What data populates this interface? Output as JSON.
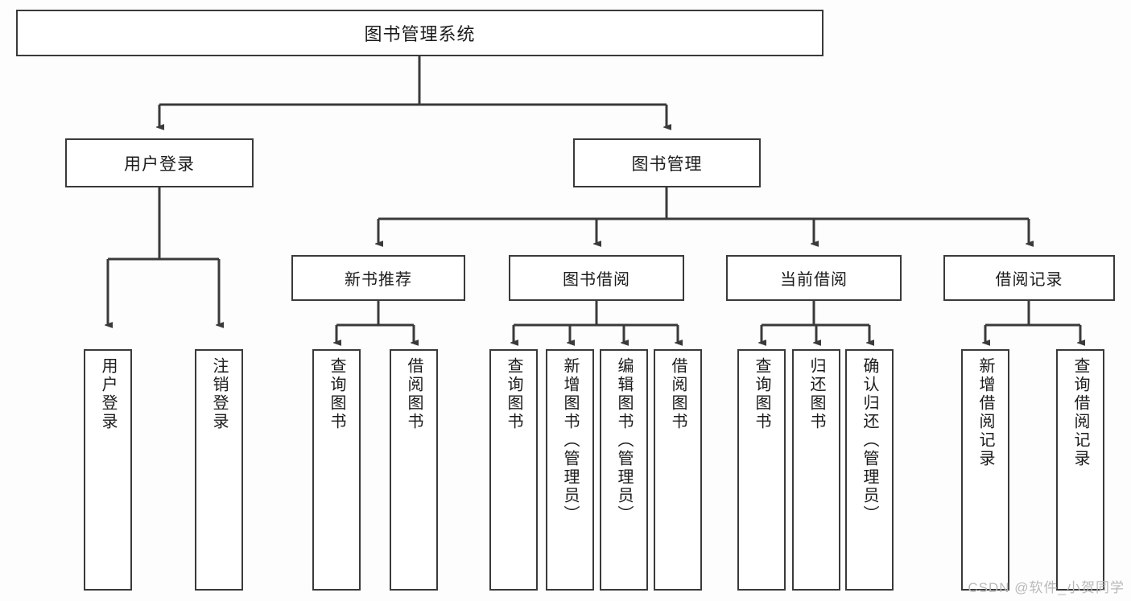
{
  "diagram": {
    "title": "图书管理系统",
    "type": "tree-hierarchy-diagram",
    "watermark": "CSDN @软件_小贺同学",
    "colors": {
      "background": "#fdfdfd",
      "node_fill": "#ffffff",
      "node_border": "#3a3a3a",
      "edge": "#3a3a3a",
      "text": "#1b1b1b",
      "watermark": "#b9b9b9"
    },
    "nodes": {
      "root": {
        "label": "图书管理系统"
      },
      "level1": [
        {
          "id": "user-login",
          "label": "用户登录"
        },
        {
          "id": "book-management",
          "label": "图书管理"
        }
      ],
      "level2": [
        {
          "id": "new-book-recommend",
          "label": "新书推荐"
        },
        {
          "id": "book-borrow",
          "label": "图书借阅"
        },
        {
          "id": "current-borrow",
          "label": "当前借阅"
        },
        {
          "id": "borrow-record",
          "label": "借阅记录"
        }
      ],
      "leaves": {
        "user_login": [
          {
            "id": "leaf-user-login",
            "label": "用户登录"
          },
          {
            "id": "leaf-logout-login",
            "label": "注销登录"
          }
        ],
        "new_book_recommend": [
          {
            "id": "leaf-query-book-1",
            "label": "查询图书"
          },
          {
            "id": "leaf-borrow-book-1",
            "label": "借阅图书"
          }
        ],
        "book_borrow": [
          {
            "id": "leaf-query-book-2",
            "label": "查询图书"
          },
          {
            "id": "leaf-add-book",
            "label": "新增图书（管理员）"
          },
          {
            "id": "leaf-edit-book",
            "label": "编辑图书（管理员）"
          },
          {
            "id": "leaf-borrow-book-2",
            "label": "借阅图书"
          }
        ],
        "current_borrow": [
          {
            "id": "leaf-query-book-3",
            "label": "查询图书"
          },
          {
            "id": "leaf-return-book",
            "label": "归还图书"
          },
          {
            "id": "leaf-confirm-return",
            "label": "确认归还（管理员）"
          }
        ],
        "borrow_record": [
          {
            "id": "leaf-add-record",
            "label": "新增借阅记录"
          },
          {
            "id": "leaf-query-record",
            "label": "查询借阅记录"
          }
        ]
      }
    }
  }
}
